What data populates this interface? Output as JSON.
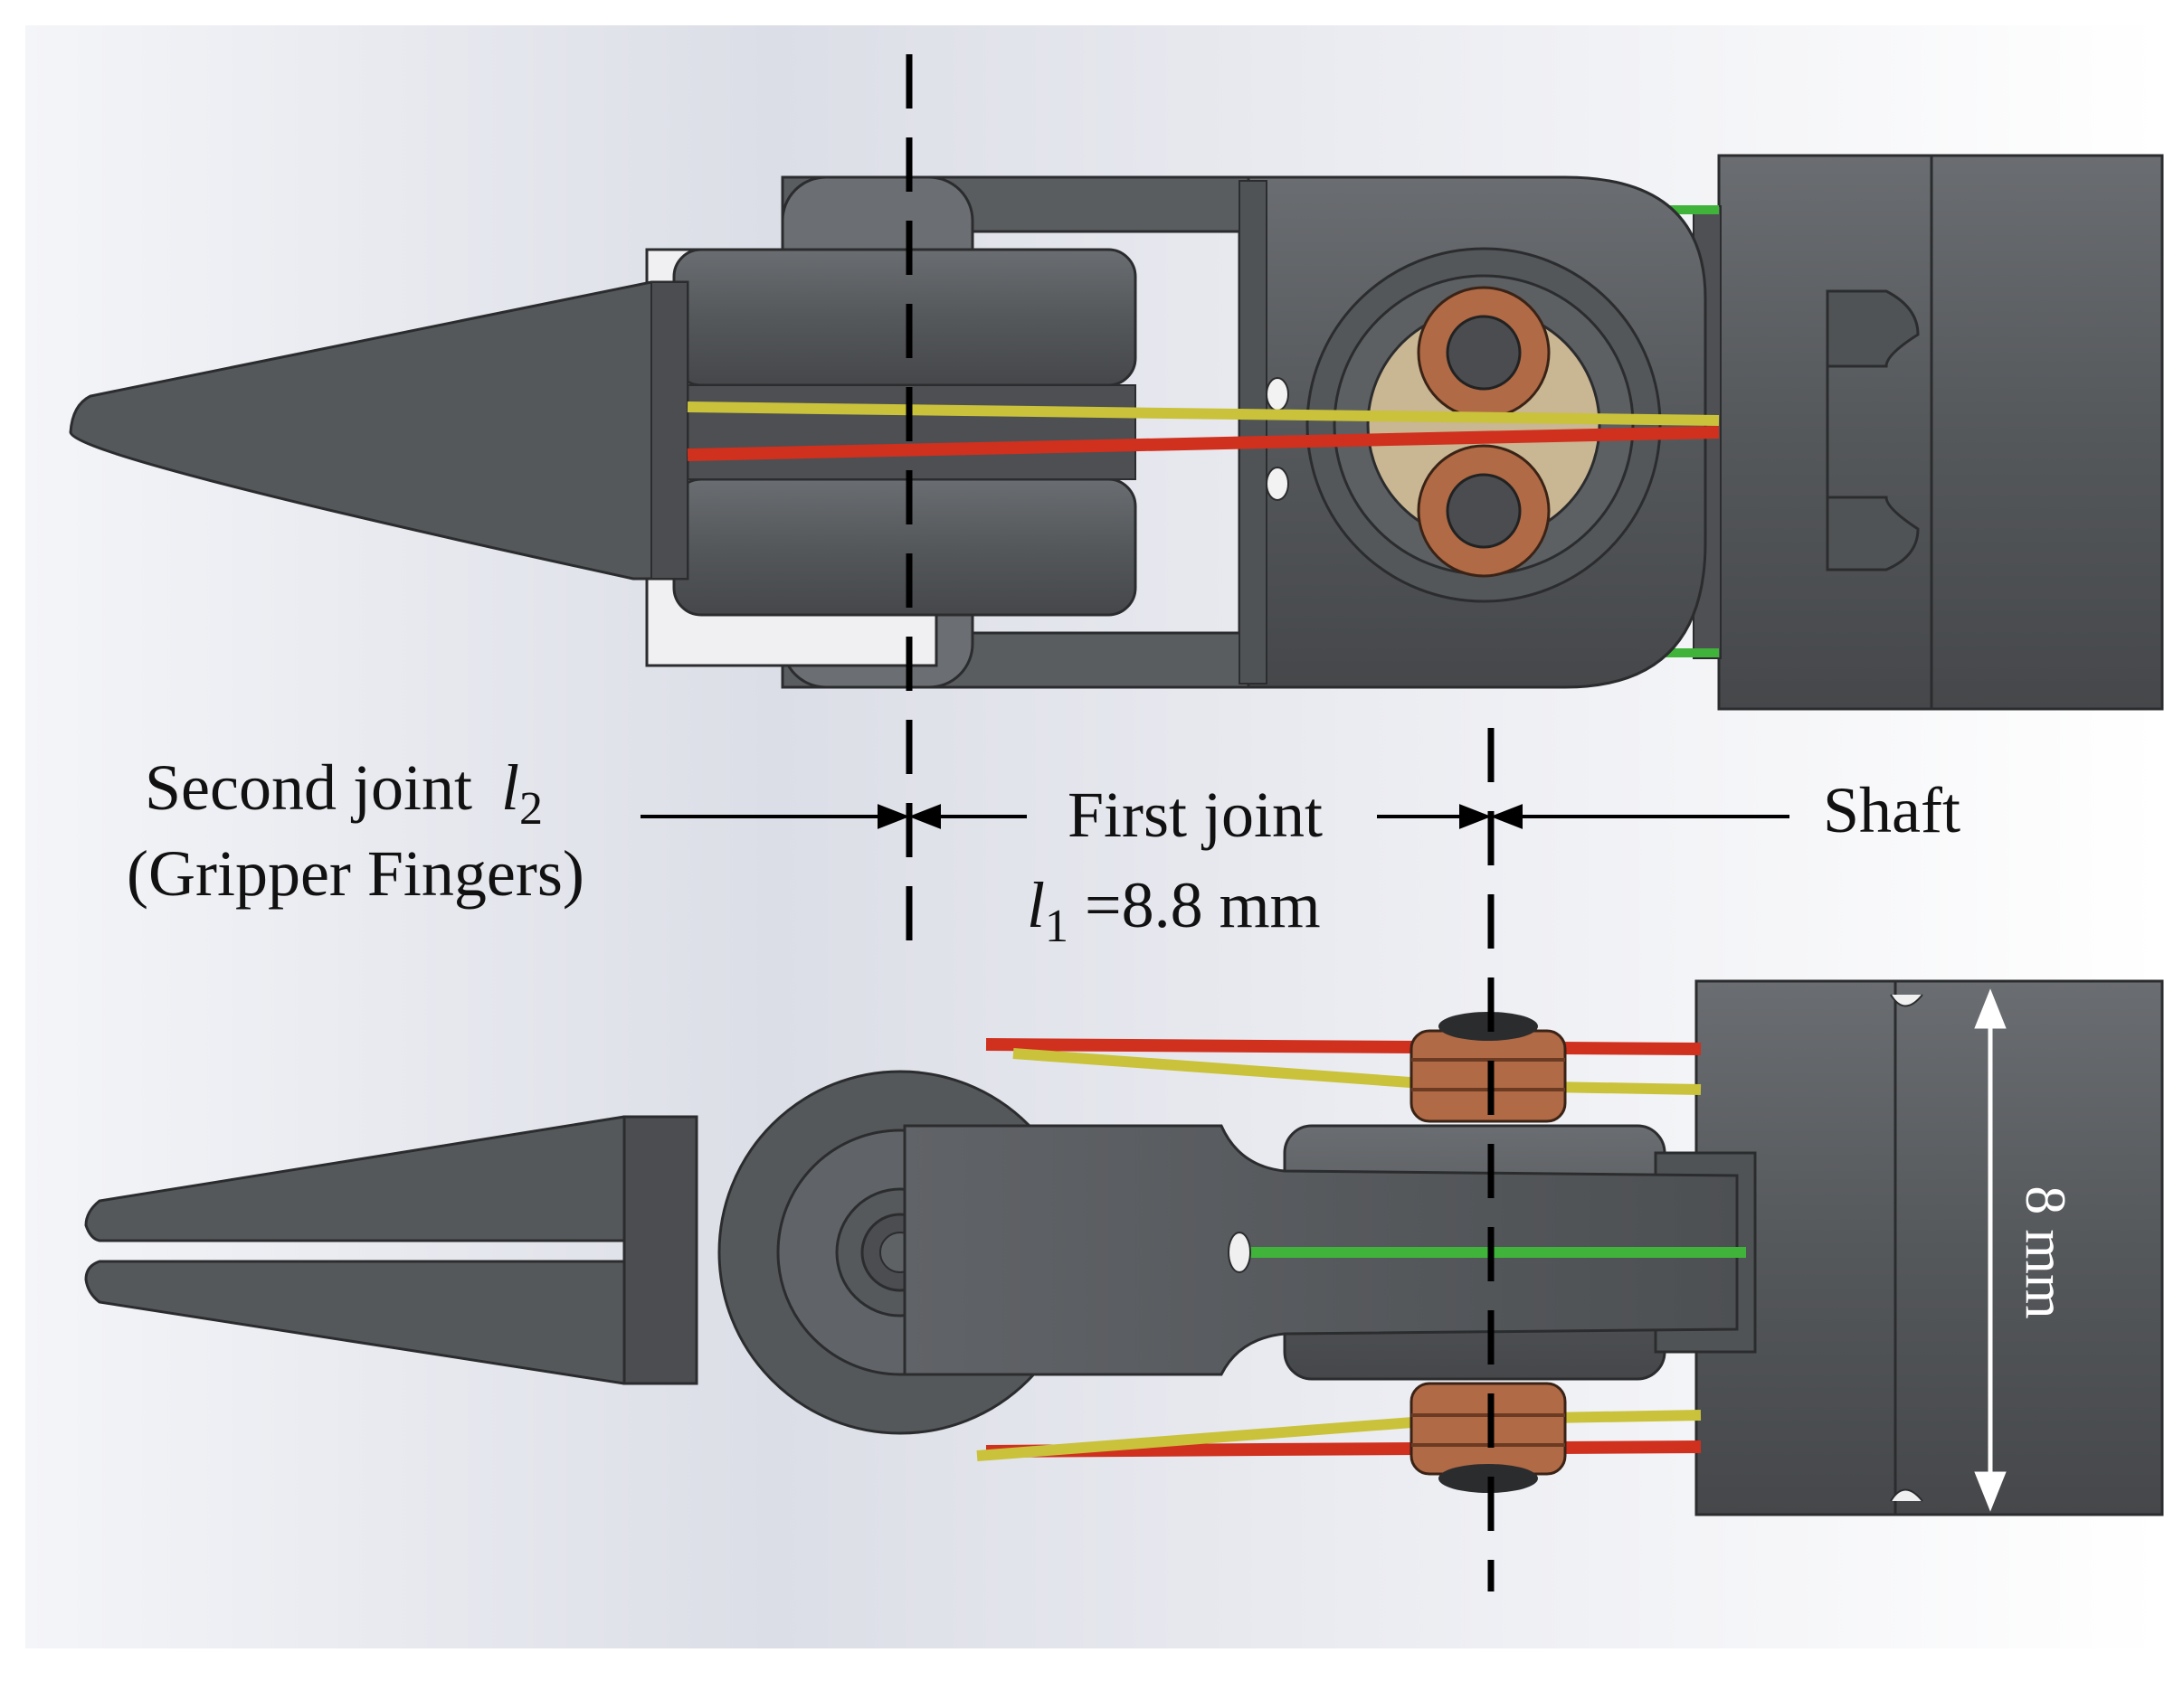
{
  "labels": {
    "second_joint": "Second joint",
    "second_joint_var": "l",
    "second_joint_sub": "2",
    "gripper_fingers": "(Gripper Fingers)",
    "first_joint": "First joint",
    "first_joint_var": "l",
    "first_joint_sub": "1",
    "first_joint_value": " =8.8 mm",
    "shaft": "Shaft",
    "diameter": "8 mm"
  },
  "colors": {
    "body_gray": "#5b5d60",
    "dark_gray": "#45474a",
    "light_gray": "#74777a",
    "copper": "#b06a45",
    "wire_red": "#d0301e",
    "wire_yellow": "#c9c23a",
    "wire_green": "#3fb33a",
    "bronze_disk": "#c9b692"
  }
}
